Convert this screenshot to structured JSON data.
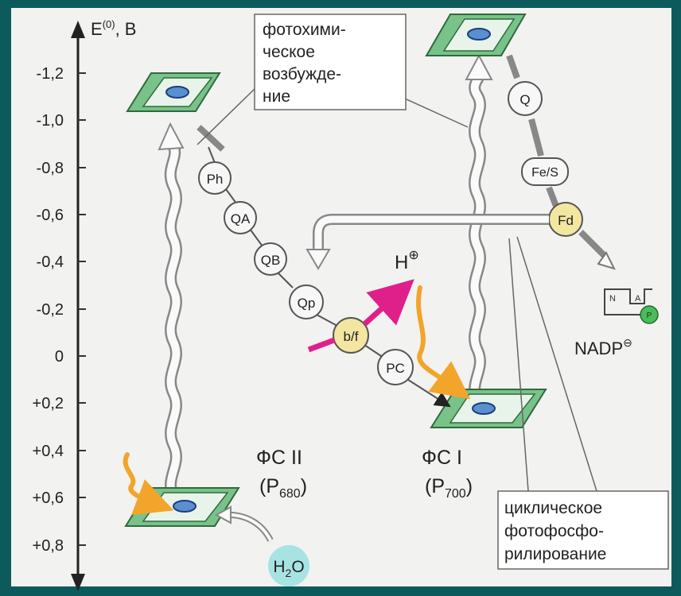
{
  "axis": {
    "label_main": "E",
    "label_sup": "(0)",
    "label_unit": ", В",
    "ticks": [
      "-1,2",
      "-1,0",
      "-0,8",
      "-0,6",
      "-0,4",
      "-0,2",
      "0",
      "+0,2",
      "+0,4",
      "+0,6",
      "+0,8"
    ]
  },
  "callouts": {
    "excitation": [
      "фотохими-",
      "ческое",
      "возбужде-",
      "ние"
    ],
    "cyclic": [
      "циклическое",
      "фотофосфо-",
      "рилирование"
    ]
  },
  "photosystems": {
    "ps2_name": "ФС II",
    "ps2_open": "(P",
    "ps2_sub": "680",
    "ps2_close": ")",
    "ps1_name": "ФС I",
    "ps1_open": "(P",
    "ps1_sub": "700",
    "ps1_close": ")"
  },
  "carriers": {
    "ph": "Ph",
    "qa": "QA",
    "qb": "QB",
    "qp": "Qp",
    "bf": "b/f",
    "pc": "PC",
    "q": "Q",
    "fes": "Fe/S",
    "fd": "Fd"
  },
  "labels": {
    "proton": "H",
    "proton_sup": "⊕",
    "water_h": "H",
    "water_2": "2",
    "water_o": "O",
    "nadp": "NADP",
    "nadp_sup": "⊖",
    "nadp_n": "N",
    "nadp_a": "A",
    "nadp_p": "P"
  },
  "colors": {
    "frame": "#0d5a5c",
    "background": "#f2f2f0",
    "green_membrane": "#79c28a",
    "carrier_yellow": "#f3e6a0",
    "proton_arrow": "#e0208a",
    "light_arrow": "#f2a52a",
    "water": "#a8e3e3"
  }
}
